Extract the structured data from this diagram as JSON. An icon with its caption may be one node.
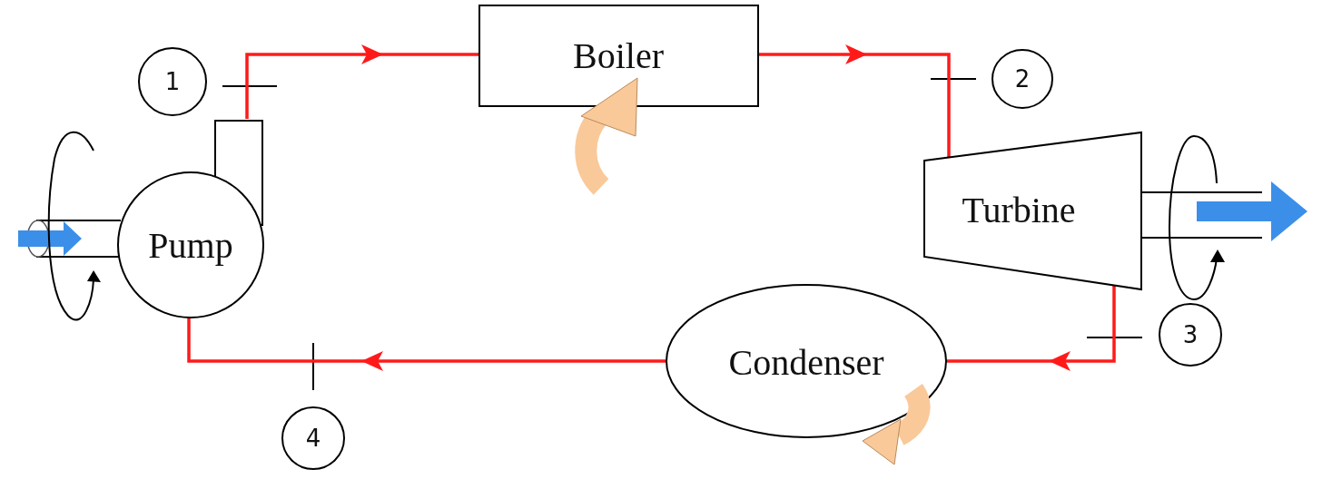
{
  "diagram": {
    "nodes": [
      {
        "text": [
          "Pump"
        ]
      },
      {
        "text": [
          "Boiler"
        ]
      },
      {
        "text": [
          "Turbine"
        ]
      },
      {
        "text": [
          "Condenser"
        ]
      },
      {
        "text": [
          "1"
        ]
      },
      {
        "text": [
          "2"
        ]
      },
      {
        "text": [
          "3"
        ]
      },
      {
        "text": [
          "4"
        ]
      }
    ],
    "edges": [
      {
        "from": 0,
        "to": 1,
        "arrow": "to"
      },
      {
        "from": 1,
        "to": 2,
        "arrow": "to"
      },
      {
        "from": 2,
        "to": 3,
        "arrow": "to"
      },
      {
        "from": 3,
        "to": 0,
        "arrow": "to"
      }
    ]
  }
}
